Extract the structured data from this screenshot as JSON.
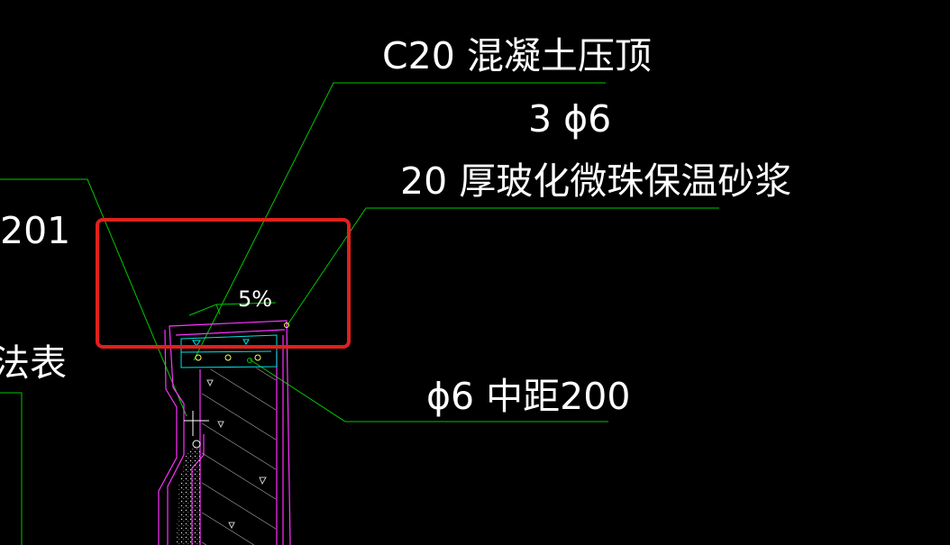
{
  "annotations": {
    "c20_cap": "C20 混凝土压顶",
    "rebar_top": "3 ϕ6",
    "insulation": "20 厚玻化微珠保温砂浆",
    "rebar_spacing": "ϕ6 中距200",
    "left_number": "201",
    "left_text": "法表",
    "slope": "5%"
  },
  "colors": {
    "background": "#000000",
    "leader_line": "#00c800",
    "wall_outline": "#ff33ff",
    "inner_detail": "#00e5e5",
    "hatch": "#c8c8c8",
    "text": "#ffffff",
    "highlight_box": "#e0201c"
  }
}
